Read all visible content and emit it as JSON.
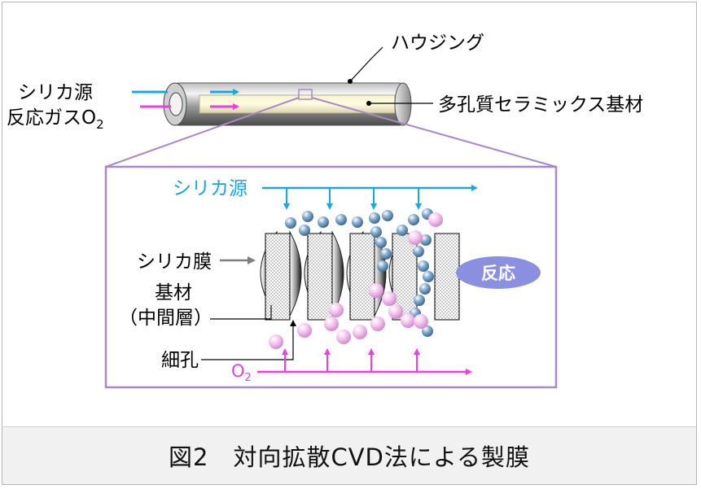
{
  "labels": {
    "housing": "ハウジング",
    "silica_source_top": "シリカ源",
    "reaction_gas_prefix": "反応ガスO",
    "reaction_gas_sub": "2",
    "porous_substrate": "多孔質セラミックス基材",
    "silica_source_detail": "シリカ源",
    "silica_membrane": "シリカ膜",
    "substrate": "基材",
    "intermediate_layer": "（中間層）",
    "pore": "細孔",
    "o2_prefix": "O",
    "o2_sub": "2",
    "reaction": "反応"
  },
  "caption": "図2　対向拡散CVD法による製膜",
  "colors": {
    "silica_flow": "#1aa6df",
    "o2_flow": "#ee3ee0",
    "zoom_frame": "#a988c6",
    "reaction_badge": "#8a8fe0",
    "silica_particle": "#6e93b6",
    "oxygen_particle": "#f0b8e8"
  },
  "icons": {
    "flow_arrow": "arrow-right-icon",
    "pointer_arrow": "arrow-pointer-icon"
  }
}
